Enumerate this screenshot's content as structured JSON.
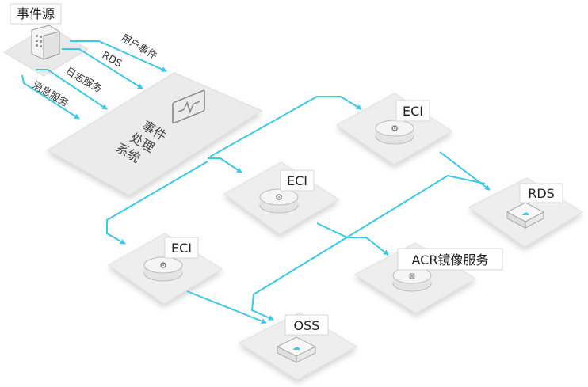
{
  "nodes": {
    "event_source": {
      "label": "事件源"
    },
    "event_system": {
      "lines": [
        "事件",
        "处理",
        "系统"
      ]
    },
    "eci_top": {
      "label": "ECI"
    },
    "eci_mid": {
      "label": "ECI"
    },
    "eci_left": {
      "label": "ECI"
    },
    "rds": {
      "label": "RDS"
    },
    "acr": {
      "label": "ACR镜像服务"
    },
    "oss": {
      "label": "OSS"
    }
  },
  "edges": {
    "user_event": "用户事件",
    "rds": "RDS",
    "log_service": "日志服务",
    "message_service": "消息服务"
  },
  "colors": {
    "arrow": "#3ec7e6",
    "tile_top": "#eeeeee",
    "tile_side": "#dcdcdc",
    "node_fill": "#f3f3f3",
    "node_stroke": "#c8c8c8"
  }
}
